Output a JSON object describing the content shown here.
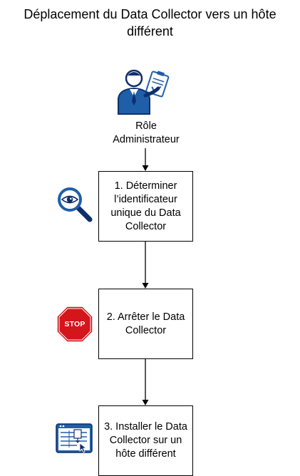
{
  "title": {
    "line1": "Déplacement du Data Collector vers un hôte",
    "line2": "différent"
  },
  "role": {
    "icon": "administrator-role-icon",
    "label_line1": "Rôle",
    "label_line2": "Administrateur"
  },
  "steps": [
    {
      "text": "1. Déterminer l’identificateur unique du Data Collector",
      "icon": "magnifier-eye-icon"
    },
    {
      "text": "2. Arrêter le Data Collector",
      "icon": "stop-sign-icon",
      "icon_text": "STOP"
    },
    {
      "text": "3. Installer le Data Collector sur un hôte différent",
      "icon": "installer-window-icon"
    }
  ],
  "colors": {
    "icon_blue": "#1f5fa8",
    "icon_dark_blue": "#0f2f6b",
    "stop_red": "#d4151b"
  }
}
